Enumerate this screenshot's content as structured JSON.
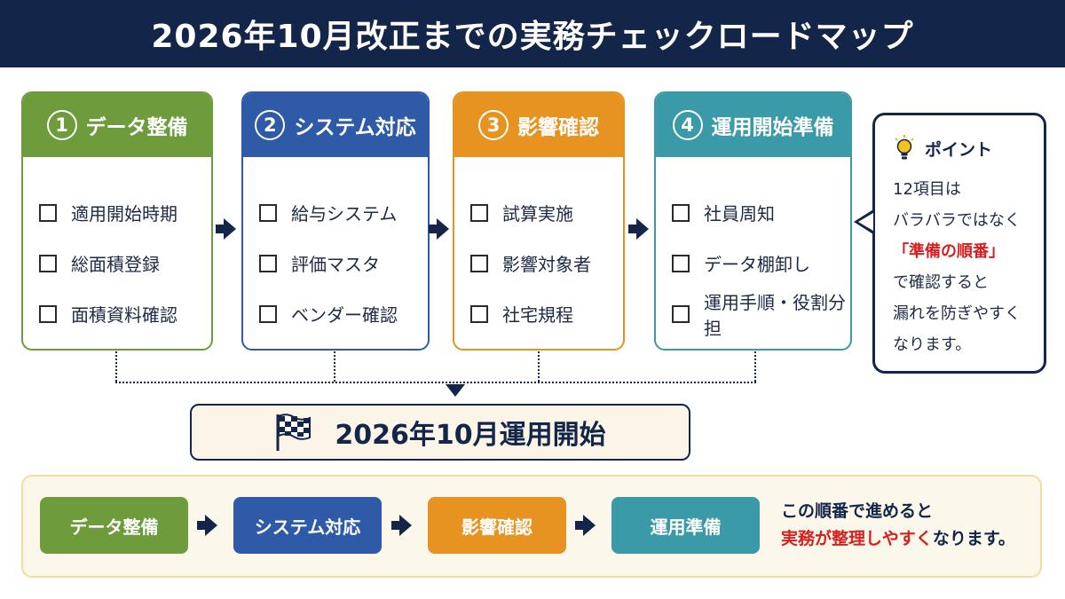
{
  "title": "2026年10月改正までの実務チェックロードマップ",
  "steps": [
    {
      "num": "1",
      "title": "データ整備",
      "items": [
        "適用開始時期",
        "総面積登録",
        "面積資料確認"
      ]
    },
    {
      "num": "2",
      "title": "システム対応",
      "items": [
        "給与システム",
        "評価マスタ",
        "ベンダー確認"
      ]
    },
    {
      "num": "3",
      "title": "影響確認",
      "items": [
        "試算実施",
        "影響対象者",
        "社宅規程"
      ]
    },
    {
      "num": "4",
      "title": "運用開始準備",
      "items": [
        "社員周知",
        "データ棚卸し",
        "運用手順・役割分担"
      ]
    }
  ],
  "point": {
    "title": "ポイント",
    "line1": "12項目は",
    "line2": "バラバラではなく",
    "highlight": "「準備の順番」",
    "line3": "で確認すると",
    "line4": "漏れを防ぎやすく",
    "line5": "なります。"
  },
  "start": {
    "label": "2026年10月運用開始"
  },
  "summary": {
    "pills": [
      "データ整備",
      "システム対応",
      "影響確認",
      "運用準備"
    ],
    "text_line1": "この順番で進めると",
    "text_red": "実務が整理しやすく",
    "text_tail": "なります。"
  },
  "colors": {
    "navy": "#14254a",
    "green": "#6e9b3c",
    "blue": "#2e5aa8",
    "orange": "#e69321",
    "teal": "#3a9aa8",
    "red": "#d62020"
  },
  "icons": [
    "lightbulb-icon",
    "checkered-flag-icon",
    "checkbox-icon",
    "arrow-right-icon",
    "arrow-down-icon"
  ]
}
